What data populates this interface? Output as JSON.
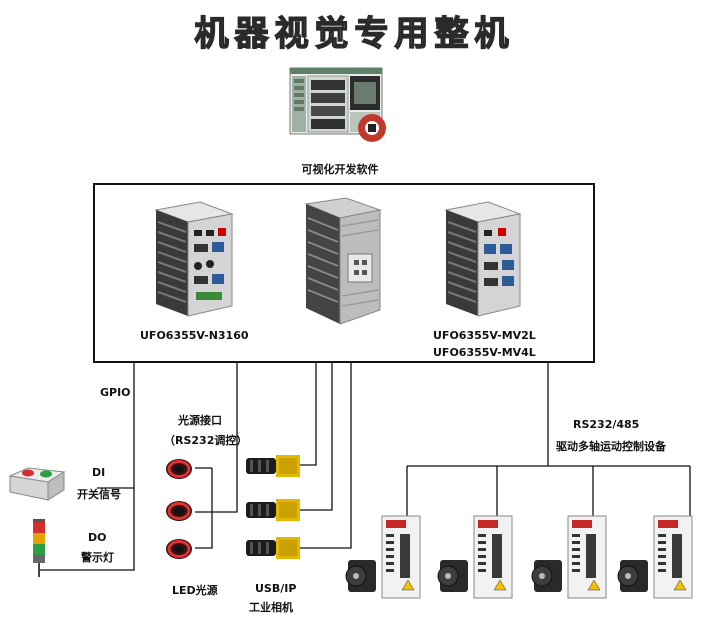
{
  "title": "机器视觉专用整机",
  "software_label": "可视化开发软件",
  "devices": {
    "left_model": "UFO6355V-N3160",
    "right_model_1": "UFO6355V-MV2L",
    "right_model_2": "UFO6355V-MV4L"
  },
  "gpio": "GPIO",
  "light": {
    "line1": "光源接口",
    "line2": "（RS232调控）",
    "caption": "LED光源"
  },
  "camera": {
    "line1": "USB/IP",
    "line2": "工业相机"
  },
  "di": {
    "code": "DI",
    "desc": "开关信号"
  },
  "do": {
    "code": "DO",
    "desc": "警示灯"
  },
  "rs": {
    "line1": "RS232/485",
    "line2": "驱动多轴运动控制设备"
  }
}
